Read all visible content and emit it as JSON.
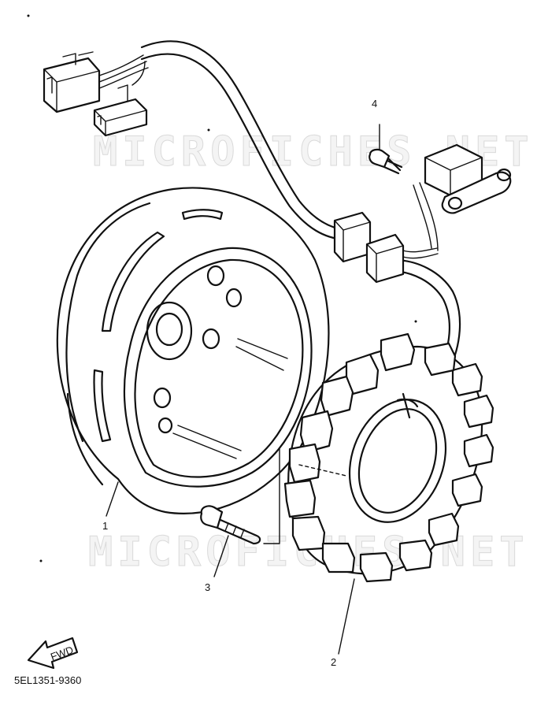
{
  "watermark": {
    "text": "MICROFICHES.NET"
  },
  "diagram": {
    "code": "5EL1351-9360",
    "fwd_label": "FWD",
    "callouts": [
      {
        "id": "1",
        "label": "1"
      },
      {
        "id": "2",
        "label": "2"
      },
      {
        "id": "3",
        "label": "3"
      },
      {
        "id": "4",
        "label": "4"
      }
    ]
  }
}
